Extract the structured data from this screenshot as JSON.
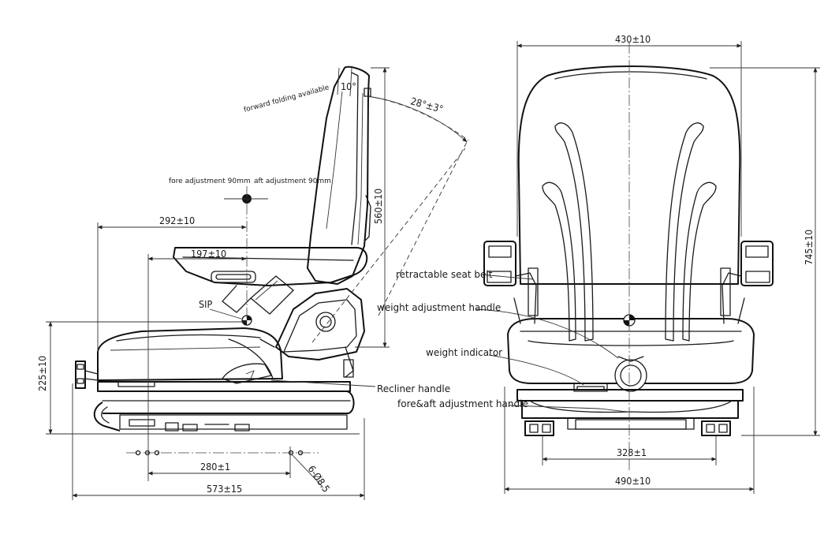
{
  "side_view": {
    "annotations": {
      "forward_folding": "forward folding available",
      "fore_adjust": "fore adjustment 90mm",
      "aft_adjust": "aft adjustment 90mm",
      "sip": "SIP",
      "recliner_handle": "Recliner handle"
    },
    "dimensions": {
      "angle_top": "10°",
      "recline_angle": "28°±3°",
      "back_height": "560±10",
      "armrest_reach": "292±10",
      "sip_offset": "197±10",
      "seat_height": "225±10",
      "mount_spacing": "280±1",
      "overall_depth": "573±15",
      "holes": "6-Ø8.5"
    }
  },
  "front_view": {
    "annotations": {
      "retractable_belt": "retractable seat belt",
      "weight_handle": "weight adjustment handle",
      "weight_indicator": "weight indicator",
      "fore_aft_handle": "fore&aft adjustment handle"
    },
    "dimensions": {
      "back_width": "430±10",
      "overall_height": "745±10",
      "mount_width": "328±1",
      "base_width": "490±10"
    }
  }
}
